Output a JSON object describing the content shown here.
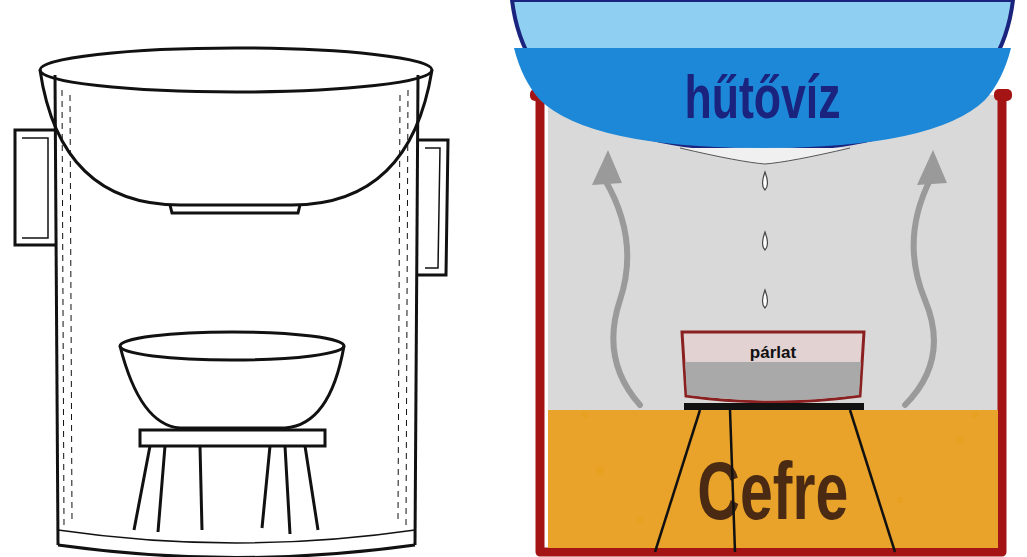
{
  "diagram": {
    "nodes": [
      {
        "text": [
          "hűtővíz"
        ]
      },
      {
        "text": [
          "párlat"
        ]
      },
      {
        "text": [
          "Cefre"
        ]
      }
    ]
  }
}
